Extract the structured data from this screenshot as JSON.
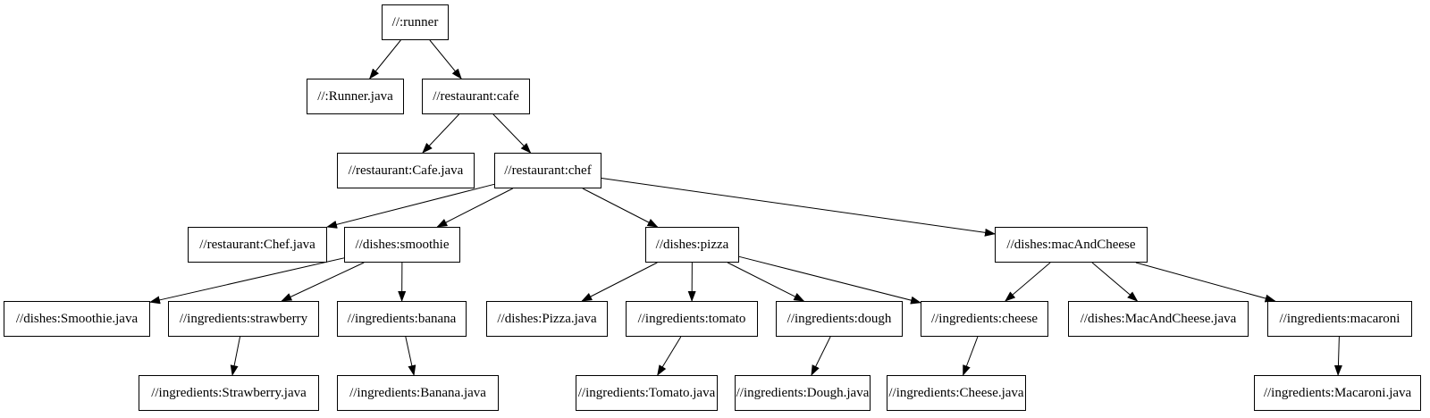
{
  "graph": {
    "type": "dependency-graph",
    "background_color": "#ffffff",
    "node_fill_color": "#ffffff",
    "node_border_color": "#000000",
    "edge_color": "#000000",
    "text_color": "#000000",
    "nodes": [
      {
        "id": "runner",
        "label": "//:runner"
      },
      {
        "id": "runner-java",
        "label": "//:Runner.java"
      },
      {
        "id": "cafe",
        "label": "//restaurant:cafe"
      },
      {
        "id": "cafe-java",
        "label": "//restaurant:Cafe.java"
      },
      {
        "id": "chef",
        "label": "//restaurant:chef"
      },
      {
        "id": "chef-java",
        "label": "//restaurant:Chef.java"
      },
      {
        "id": "smoothie",
        "label": "//dishes:smoothie"
      },
      {
        "id": "pizza",
        "label": "//dishes:pizza"
      },
      {
        "id": "mac-and-cheese",
        "label": "//dishes:macAndCheese"
      },
      {
        "id": "smoothie-java",
        "label": "//dishes:Smoothie.java"
      },
      {
        "id": "strawberry",
        "label": "//ingredients:strawberry"
      },
      {
        "id": "banana",
        "label": "//ingredients:banana"
      },
      {
        "id": "pizza-java",
        "label": "//dishes:Pizza.java"
      },
      {
        "id": "tomato",
        "label": "//ingredients:tomato"
      },
      {
        "id": "dough",
        "label": "//ingredients:dough"
      },
      {
        "id": "cheese",
        "label": "//ingredients:cheese"
      },
      {
        "id": "mac-and-cheese-java",
        "label": "//dishes:MacAndCheese.java"
      },
      {
        "id": "macaroni",
        "label": "//ingredients:macaroni"
      },
      {
        "id": "strawberry-java",
        "label": "//ingredients:Strawberry.java"
      },
      {
        "id": "banana-java",
        "label": "//ingredients:Banana.java"
      },
      {
        "id": "tomato-java",
        "label": "//ingredients:Tomato.java"
      },
      {
        "id": "dough-java",
        "label": "//ingredients:Dough.java"
      },
      {
        "id": "cheese-java",
        "label": "//ingredients:Cheese.java"
      },
      {
        "id": "macaroni-java",
        "label": "//ingredients:Macaroni.java"
      }
    ],
    "edges": [
      {
        "from": "runner",
        "to": "runner-java"
      },
      {
        "from": "runner",
        "to": "cafe"
      },
      {
        "from": "cafe",
        "to": "cafe-java"
      },
      {
        "from": "cafe",
        "to": "chef"
      },
      {
        "from": "chef",
        "to": "chef-java"
      },
      {
        "from": "chef",
        "to": "smoothie"
      },
      {
        "from": "chef",
        "to": "pizza"
      },
      {
        "from": "chef",
        "to": "mac-and-cheese"
      },
      {
        "from": "smoothie",
        "to": "smoothie-java"
      },
      {
        "from": "smoothie",
        "to": "strawberry"
      },
      {
        "from": "smoothie",
        "to": "banana"
      },
      {
        "from": "strawberry",
        "to": "strawberry-java"
      },
      {
        "from": "banana",
        "to": "banana-java"
      },
      {
        "from": "pizza",
        "to": "pizza-java"
      },
      {
        "from": "pizza",
        "to": "tomato"
      },
      {
        "from": "pizza",
        "to": "dough"
      },
      {
        "from": "pizza",
        "to": "cheese"
      },
      {
        "from": "mac-and-cheese",
        "to": "cheese"
      },
      {
        "from": "mac-and-cheese",
        "to": "mac-and-cheese-java"
      },
      {
        "from": "mac-and-cheese",
        "to": "macaroni"
      },
      {
        "from": "tomato",
        "to": "tomato-java"
      },
      {
        "from": "dough",
        "to": "dough-java"
      },
      {
        "from": "cheese",
        "to": "cheese-java"
      },
      {
        "from": "macaroni",
        "to": "macaroni-java"
      }
    ]
  }
}
